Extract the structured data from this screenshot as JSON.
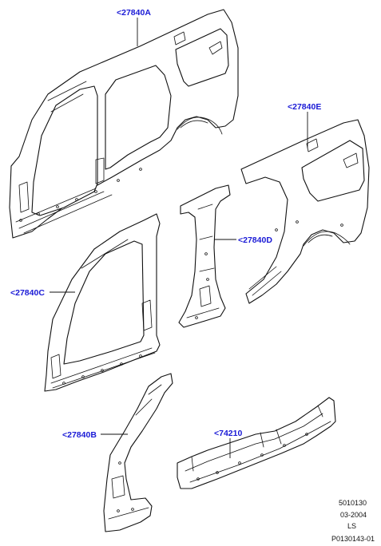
{
  "callouts": {
    "a": "<27840A",
    "b": "<27840B",
    "c": "<27840C",
    "d": "<27840D",
    "e": "<27840E",
    "f": "<74210"
  },
  "reference": {
    "line1": "5010130",
    "line2": "03-2004",
    "line3": "LS",
    "line4": "P0130143-01"
  },
  "colors": {
    "callout": "#1a1ad6",
    "line": "#111111"
  }
}
